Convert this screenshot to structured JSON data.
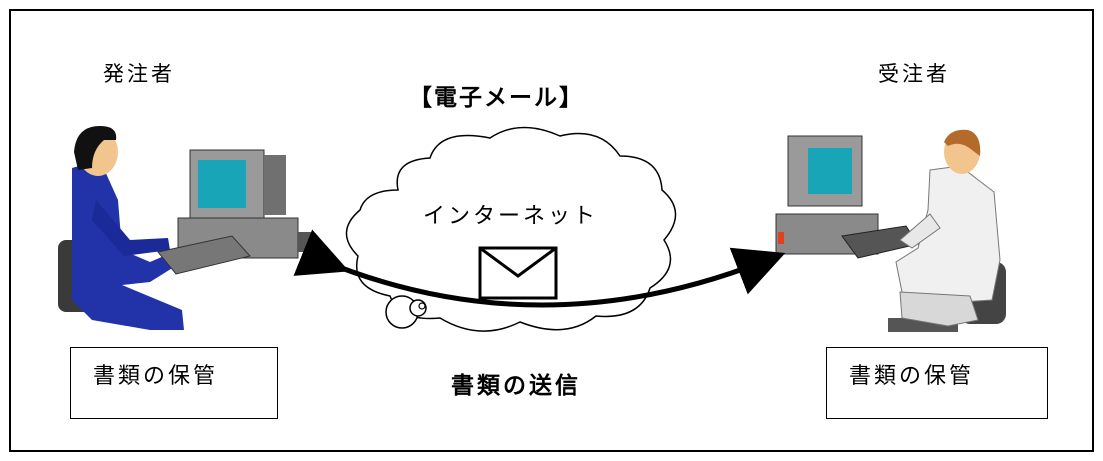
{
  "title": "【電子メール】",
  "sender": {
    "label": "発注者",
    "storage": "書類の保管"
  },
  "receiver": {
    "label": "受注者",
    "storage": "書類の保管"
  },
  "cloud": {
    "label": "インターネット"
  },
  "transmission": {
    "label": "書類の送信"
  },
  "icons": [
    "sender-woman-at-computer-icon",
    "receiver-man-at-computer-icon",
    "envelope-icon"
  ]
}
